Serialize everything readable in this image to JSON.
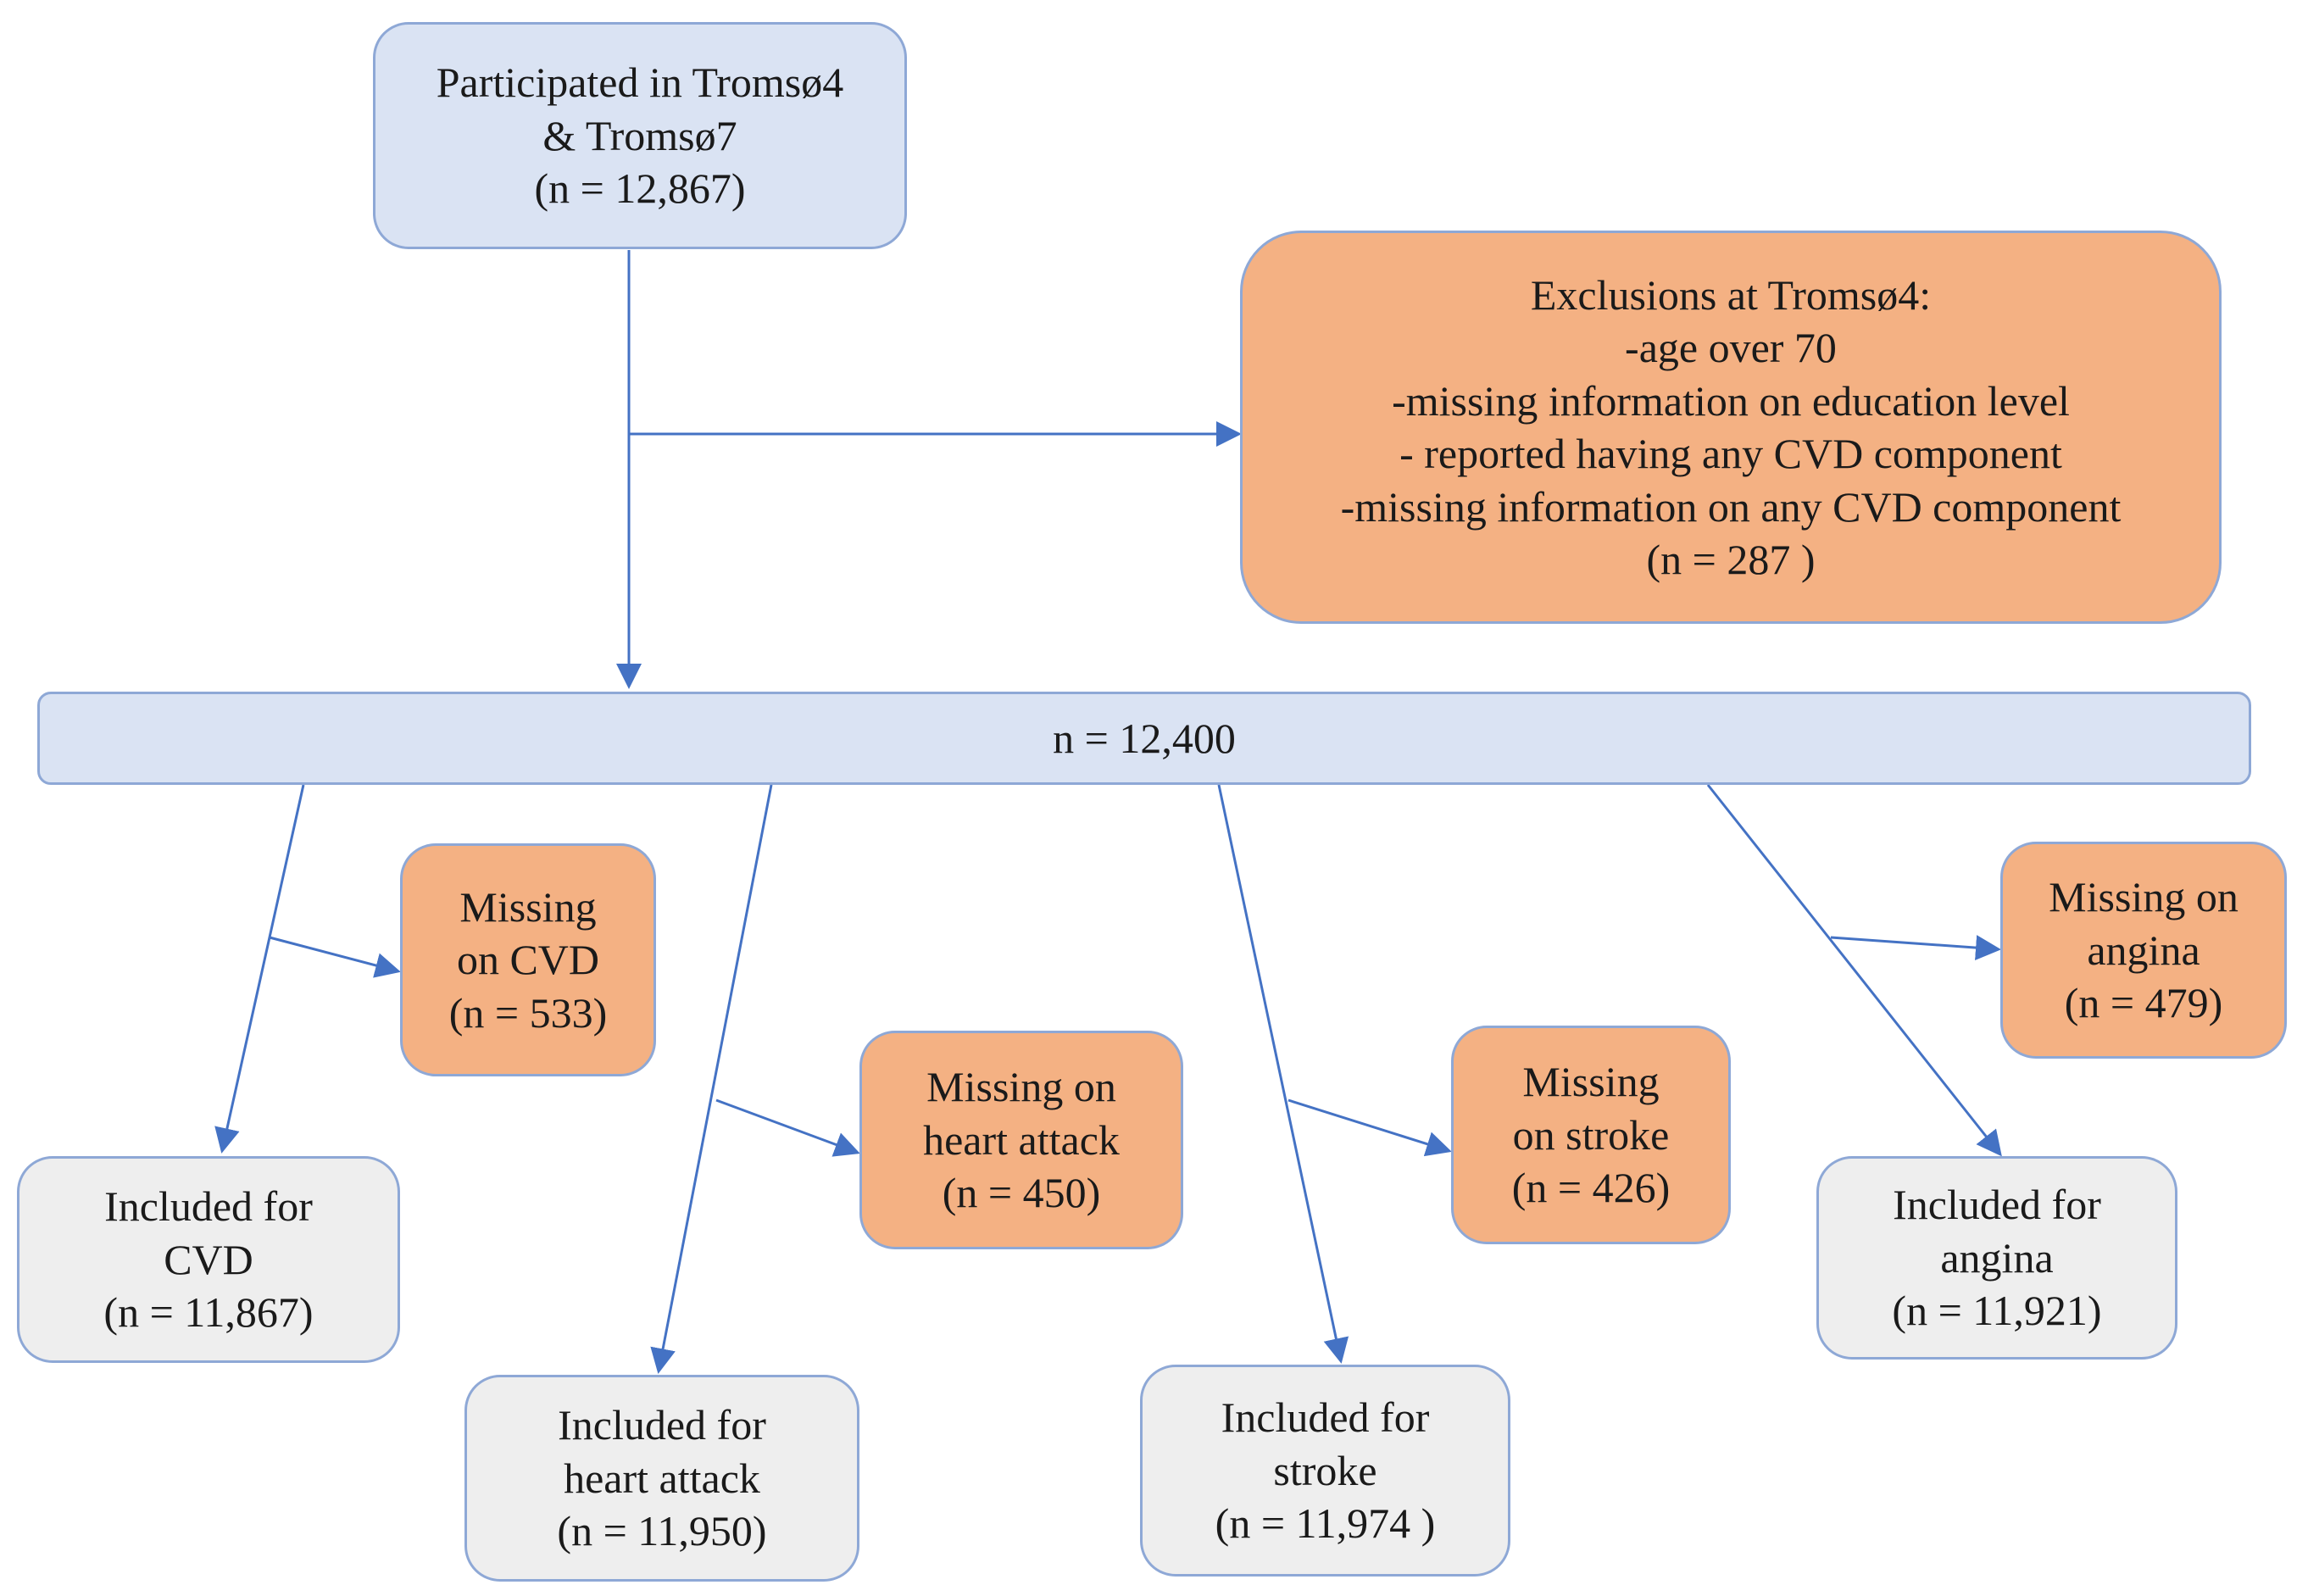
{
  "start": {
    "lines": [
      "Participated in Tromsø4",
      "& Tromsø7",
      "(n = 12,867)"
    ]
  },
  "exclusions": {
    "lines": [
      "Exclusions at Tromsø4:",
      "-age over 70",
      "-missing information on education level",
      "- reported having any CVD component",
      "-missing information on any CVD component",
      "(n = 287 )"
    ]
  },
  "total": {
    "label": "n = 12,400"
  },
  "branches": [
    {
      "missing": [
        "Missing",
        "on CVD",
        "(n = 533)"
      ],
      "included": [
        "Included for",
        "CVD",
        "(n = 11,867)"
      ]
    },
    {
      "missing": [
        "Missing on",
        "heart attack",
        "(n = 450)"
      ],
      "included": [
        "Included for",
        "heart attack",
        "(n = 11,950)"
      ]
    },
    {
      "missing": [
        "Missing",
        "on stroke",
        "(n = 426)"
      ],
      "included": [
        "Included for",
        "stroke",
        "(n = 11,974 )"
      ]
    },
    {
      "missing": [
        "Missing on",
        "angina",
        "(n = 479)"
      ],
      "included": [
        "Included for",
        "angina",
        "(n = 11,921)"
      ]
    }
  ],
  "colors": {
    "arrow": "#4472c4",
    "start_fill": "#dae3f3",
    "exclusion_fill": "#f4b183",
    "included_fill": "#eeeeee"
  }
}
